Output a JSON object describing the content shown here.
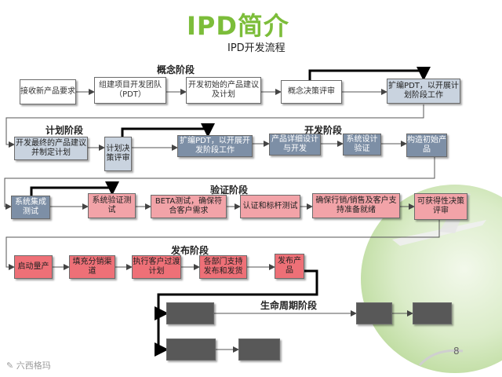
{
  "title": "IPD简介",
  "subtitle": "IPD开发流程",
  "phases": {
    "concept": "概念阶段",
    "planning": "计划阶段",
    "development": "开发阶段",
    "verification": "验证阶段",
    "release": "发布阶段",
    "lifecycle": "生命周期阶段"
  },
  "boxes": {
    "b1": "接收新产品要求",
    "b2": "组建项目开发团队（PDT）",
    "b3": "开发初始的产品建议及计划",
    "b4": "概念决策评审",
    "b5": "扩编PDT，以开展计划阶段工作",
    "b6": "开发最终的产品建议并制定计划",
    "b7": "计划决策评审",
    "b8": "扩编PDT，以开展开发阶段工作",
    "b9": "产品详细设计与开发",
    "b10": "系统设计验证",
    "b11": "构造初始产品",
    "b12": "系统集成测试",
    "b13": "系统验证测试",
    "b14": "BETA测试，确保符合客户需求",
    "b15": "认证和标杆测试",
    "b16": "确保行销/销售及客户支持准备就绪",
    "b17": "可获得性决策评审",
    "b18": "启动量产",
    "b19": "填充分销渠道",
    "b20": "执行客户过渡计划",
    "b21": "各部门支持发布和发货",
    "b22": "发布产品",
    "b23": "",
    "b24": "",
    "b25": "",
    "b26": "",
    "b27": ""
  },
  "page_number": "8",
  "watermark": "六西格玛",
  "colors": {
    "title": "#7cbd3a",
    "white_box": "#ffffff",
    "gray_box": "#c9d3df",
    "steel_box": "#7d8fa6",
    "pink_box": "#f2a3a8",
    "red_box": "#ee7077",
    "dark_box": "#585858"
  }
}
